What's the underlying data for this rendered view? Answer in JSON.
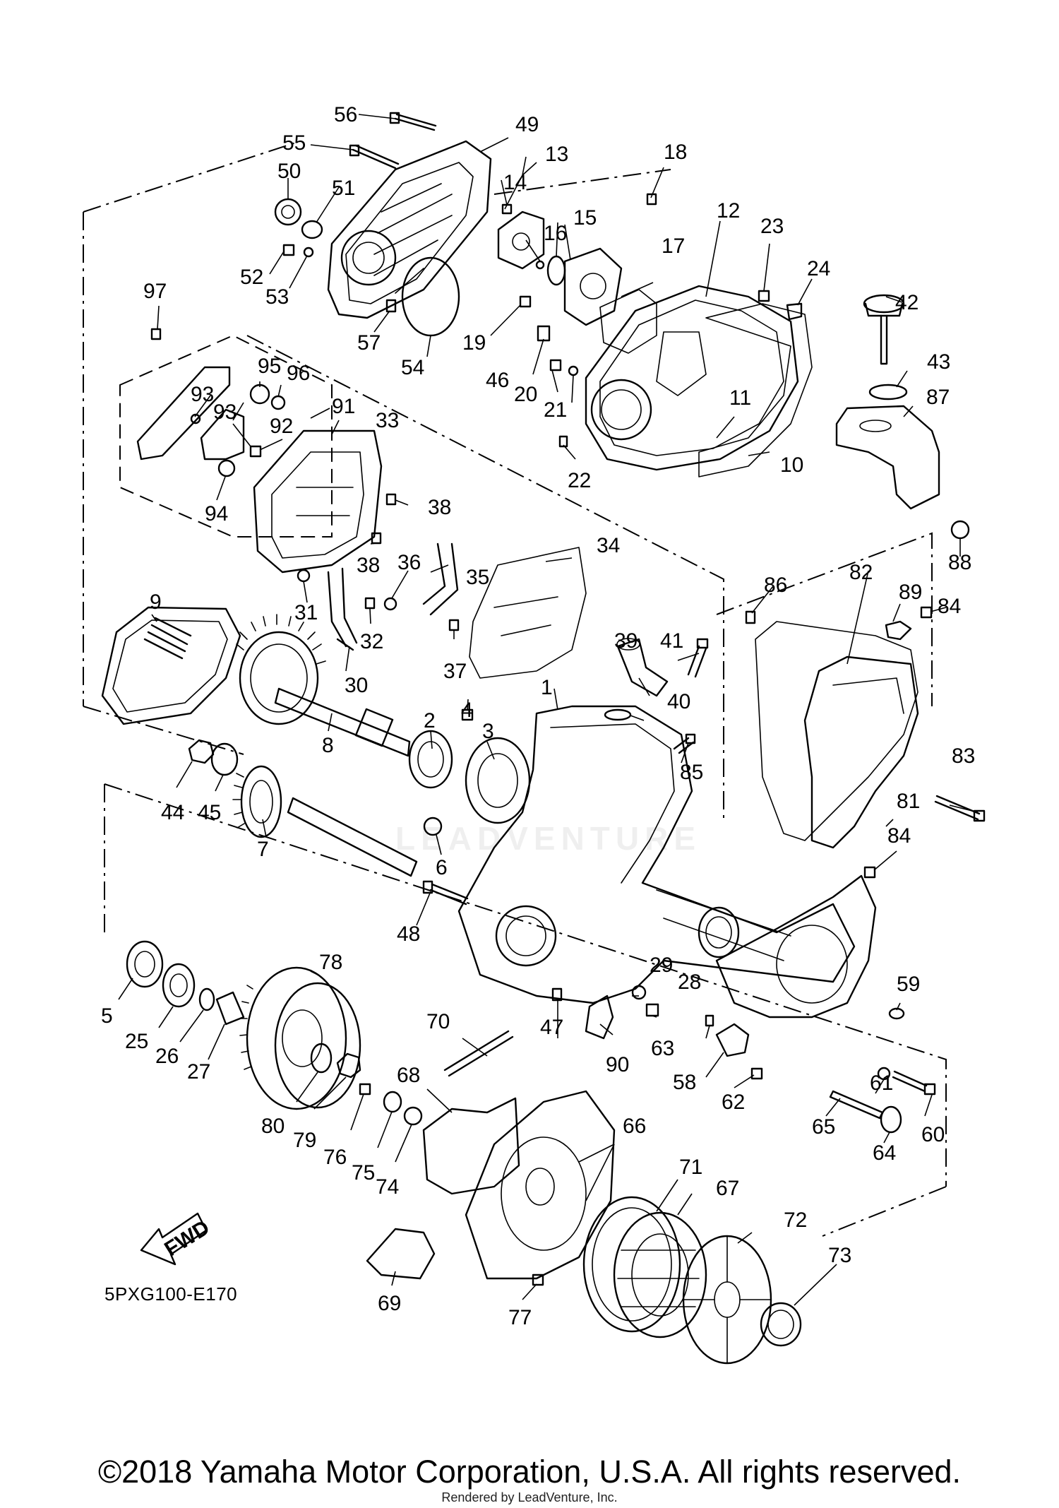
{
  "diagram_code": "5PXG100-E170",
  "copyright": "©2018 Yamaha Motor Corporation, U.S.A. All rights reserved.",
  "render_credit": "Rendered by LeadVenture, Inc.",
  "watermark": "LEADVENTURE",
  "fwd_label": "FWD",
  "colors": {
    "line": "#000000",
    "background": "#ffffff"
  },
  "callouts": {
    "n1": "1",
    "n2": "2",
    "n3": "3",
    "n4": "4",
    "n5": "5",
    "n6": "6",
    "n7": "7",
    "n8": "8",
    "n9": "9",
    "n10": "10",
    "n11": "11",
    "n12": "12",
    "n13": "13",
    "n14": "14",
    "n15": "15",
    "n16": "16",
    "n17": "17",
    "n18": "18",
    "n19": "19",
    "n20": "20",
    "n21": "21",
    "n22": "22",
    "n23": "23",
    "n24": "24",
    "n25": "25",
    "n26": "26",
    "n27": "27",
    "n28": "28",
    "n29": "29",
    "n30": "30",
    "n31": "31",
    "n32": "32",
    "n33": "33",
    "n34": "34",
    "n35": "35",
    "n36": "36",
    "n37": "37",
    "n38a": "38",
    "n38b": "38",
    "n39": "39",
    "n40": "40",
    "n41": "41",
    "n42": "42",
    "n43": "43",
    "n44": "44",
    "n45": "45",
    "n46": "46",
    "n47": "47",
    "n48": "48",
    "n49": "49",
    "n50": "50",
    "n51": "51",
    "n52": "52",
    "n53": "53",
    "n54": "54",
    "n55": "55",
    "n56": "56",
    "n57": "57",
    "n58": "58",
    "n59": "59",
    "n60": "60",
    "n61": "61",
    "n62": "62",
    "n63": "63",
    "n64": "64",
    "n65": "65",
    "n66": "66",
    "n67": "67",
    "n68": "68",
    "n69": "69",
    "n70": "70",
    "n71": "71",
    "n72": "72",
    "n73": "73",
    "n74": "74",
    "n75": "75",
    "n76": "76",
    "n77": "77",
    "n78": "78",
    "n79": "79",
    "n80": "80",
    "n81": "81",
    "n82": "82",
    "n83": "83",
    "n84a": "84",
    "n84b": "84",
    "n85": "85",
    "n86": "86",
    "n87": "87",
    "n88": "88",
    "n89": "89",
    "n90": "90",
    "n91": "91",
    "n92": "92",
    "n93a": "93",
    "n93b": "93",
    "n94": "94",
    "n95": "95",
    "n96": "96",
    "n97": "97"
  }
}
